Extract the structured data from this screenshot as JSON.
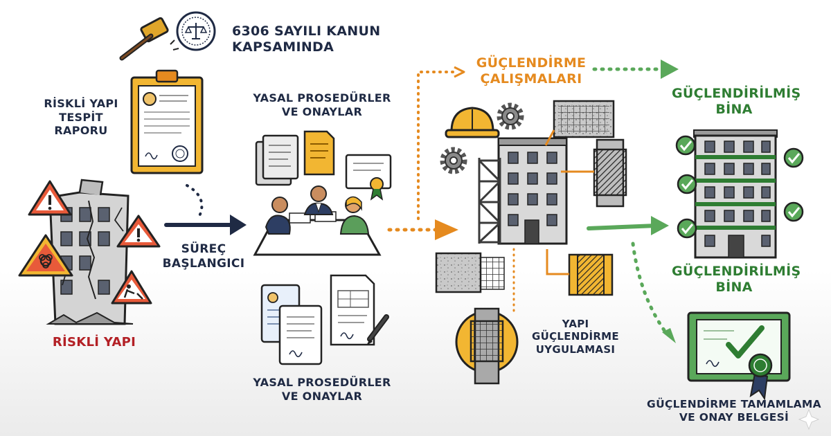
{
  "law": {
    "line1": "6306 SAYILI KANUN",
    "line2": "KAPSAMINDA"
  },
  "report": {
    "line1": "RİSKLİ YAPI",
    "line2": "TESPİT RAPORU"
  },
  "risky_building": {
    "label": "RİSKLİ YAPI"
  },
  "process_start": {
    "line1": "SÜREÇ",
    "line2": "BAŞLANGICI"
  },
  "legal_top": {
    "line1": "YASAL PROSEDÜRLER",
    "line2": "VE ONAYLAR"
  },
  "legal_bottom": {
    "line1": "YASAL PROSEDÜRLER",
    "line2": "VE ONAYLAR"
  },
  "works": {
    "line1": "GÜÇLENDİRME",
    "line2": "ÇALIŞMALARI"
  },
  "application": {
    "line1": "YAPI",
    "line2": "GÜÇLENDİRME",
    "line3": "UYGULAMASI"
  },
  "reinforced_top": {
    "line1": "GÜÇLENDİRİLMİŞ",
    "line2": "BİNA"
  },
  "reinforced_mid": {
    "line1": "GÜÇLENDİRİLMİŞ",
    "line2": "BİNA"
  },
  "certificate": {
    "line1": "GÜÇLENDİRME TAMAMLAMA",
    "line2": "VE ONAY BELGESİ"
  },
  "colors": {
    "navy": "#1f2a44",
    "red": "#b32025",
    "orange": "#e58a1f",
    "green": "#2e7d32",
    "yellow": "#f2b632"
  }
}
